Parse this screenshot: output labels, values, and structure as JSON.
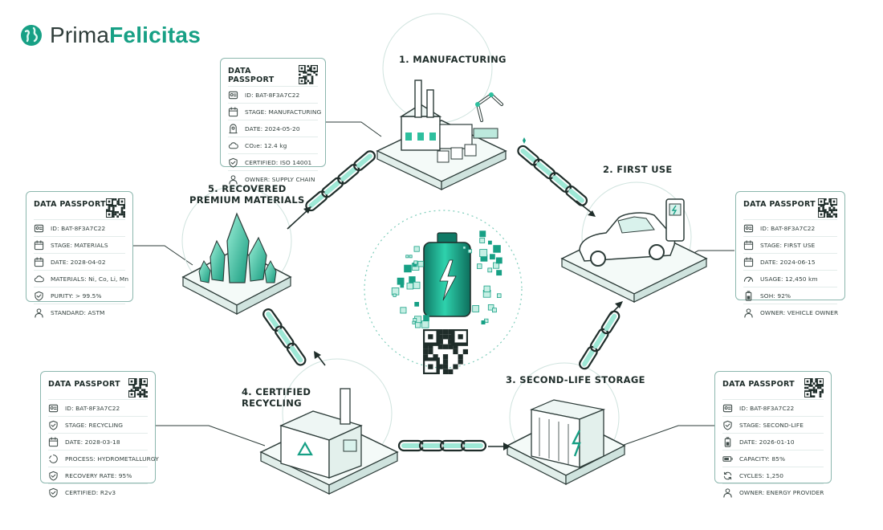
{
  "brand": {
    "name_part1": "Prima",
    "name_part2": "Felicitas"
  },
  "stages": {
    "manufacturing": "1. MANUFACTURING",
    "first_use": "2. FIRST USE",
    "second_life": "3. SECOND-LIFE STORAGE",
    "recycling_line1": "4. CERTIFIED",
    "recycling_line2": "RECYCLING",
    "materials_line1": "5. RECOVERED",
    "materials_line2": "PREMIUM MATERIALS"
  },
  "passports": {
    "manufacturing": {
      "title": "DATA PASSPORT",
      "rows": [
        {
          "icon": "id-badge-icon",
          "text": "ID: BAT-8F3A7C22"
        },
        {
          "icon": "calendar-icon",
          "text": "STAGE: MANUFACTURING"
        },
        {
          "icon": "person-pin-icon",
          "text": "DATE: 2024-05-20"
        },
        {
          "icon": "cloud-icon",
          "text": "CO₂e: 12.4 kg"
        },
        {
          "icon": "shield-check-icon",
          "text": "CERTIFIED: ISO 14001"
        },
        {
          "icon": "user-icon",
          "text": "OWNER: SUPPLY CHAIN"
        }
      ]
    },
    "first_use": {
      "title": "DATA PASSPORT",
      "rows": [
        {
          "icon": "id-badge-icon",
          "text": "ID: BAT-8F3A7C22"
        },
        {
          "icon": "calendar-icon",
          "text": "STAGE: FIRST USE"
        },
        {
          "icon": "calendar-icon",
          "text": "DATE: 2024-06-15"
        },
        {
          "icon": "gauge-icon",
          "text": "USAGE: 12,450 km"
        },
        {
          "icon": "battery-icon",
          "text": "SOH: 92%"
        },
        {
          "icon": "user-icon",
          "text": "OWNER: VEHICLE OWNER"
        }
      ]
    },
    "second_life": {
      "title": "DATA PASSPORT",
      "rows": [
        {
          "icon": "id-badge-icon",
          "text": "ID: BAT-8F3A7C22"
        },
        {
          "icon": "shield-check-icon",
          "text": "STAGE: SECOND-LIFE"
        },
        {
          "icon": "battery-icon",
          "text": "DATE: 2026-01-10"
        },
        {
          "icon": "battery-horizontal-icon",
          "text": "CAPACITY: 85%"
        },
        {
          "icon": "refresh-icon",
          "text": "CYCLES: 1,250"
        },
        {
          "icon": "user-icon",
          "text": "OWNER: ENERGY PROVIDER"
        }
      ]
    },
    "recycling": {
      "title": "DATA PASSPORT",
      "rows": [
        {
          "icon": "id-badge-icon",
          "text": "ID: BAT-8F3A7C22"
        },
        {
          "icon": "shield-check-icon",
          "text": "STAGE: RECYCLING"
        },
        {
          "icon": "calendar-icon",
          "text": "DATE: 2028-03-18"
        },
        {
          "icon": "recycle-icon",
          "text": "PROCESS: HYDROMETALLURGY"
        },
        {
          "icon": "shield-check-icon",
          "text": "RECOVERY RATE: 95%"
        },
        {
          "icon": "shield-check-icon",
          "text": "CERTIFIED: R2v3"
        }
      ]
    },
    "materials": {
      "title": "DATA PASSPORT",
      "rows": [
        {
          "icon": "id-badge-icon",
          "text": "ID: BAT-8F3A7C22"
        },
        {
          "icon": "calendar-icon",
          "text": "STAGE: MATERIALS"
        },
        {
          "icon": "calendar-icon",
          "text": "DATE: 2028-04-02"
        },
        {
          "icon": "cloud-icon",
          "text": "MATERIALS: Ni, Co, Li, Mn"
        },
        {
          "icon": "shield-check-icon",
          "text": "PURITY: > 99.5%"
        },
        {
          "icon": "user-icon",
          "text": "STANDARD: ASTM"
        }
      ]
    }
  },
  "colors": {
    "accent": "#17a085",
    "accent_light": "#7fdcc7",
    "line": "#2c3b38",
    "panel_border": "#8cb7ae"
  }
}
